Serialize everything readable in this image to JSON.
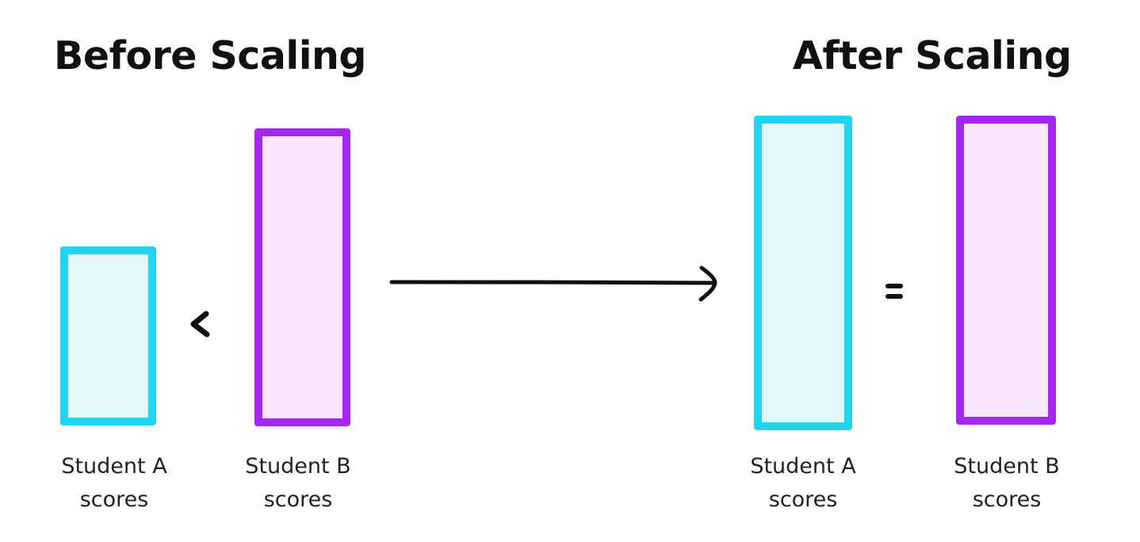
{
  "before": {
    "title": "Before Scaling",
    "comparison": "<",
    "student_a": {
      "line1": "Student A",
      "line2": "scores"
    },
    "student_b": {
      "line1": "Student B",
      "line2": "scores"
    }
  },
  "after": {
    "title": "After Scaling",
    "comparison": "=",
    "student_a": {
      "line1": "Student A",
      "line2": "scores"
    },
    "student_b": {
      "line1": "Student B",
      "line2": "scores"
    }
  },
  "colors": {
    "student_a_border": "#22d3f2",
    "student_a_fill": "#e5f8fb",
    "student_b_border": "#a526f0",
    "student_b_fill": "#f8e6fb",
    "ink": "#111111"
  }
}
